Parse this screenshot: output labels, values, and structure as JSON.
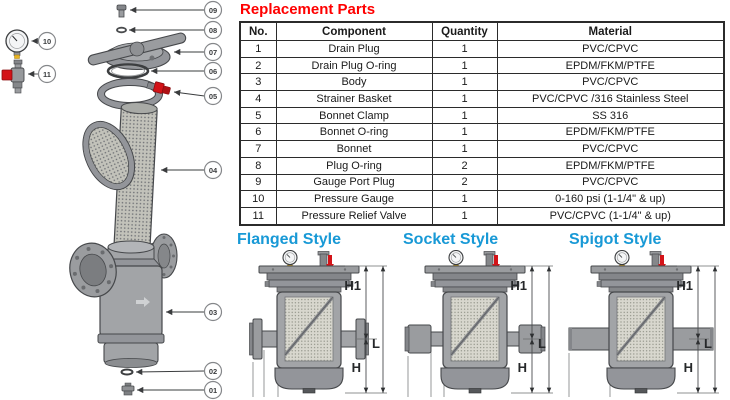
{
  "parts_table": {
    "title": "Replacement Parts",
    "headers": [
      "No.",
      "Component",
      "Quantity",
      "Material"
    ],
    "rows": [
      {
        "no": "1",
        "component": "Drain Plug",
        "qty": "1",
        "material": "PVC/CPVC"
      },
      {
        "no": "2",
        "component": "Drain Plug O-ring",
        "qty": "1",
        "material": "EPDM/FKM/PTFE"
      },
      {
        "no": "3",
        "component": "Body",
        "qty": "1",
        "material": "PVC/CPVC"
      },
      {
        "no": "4",
        "component": "Strainer Basket",
        "qty": "1",
        "material": "PVC/CPVC /316 Stainless Steel"
      },
      {
        "no": "5",
        "component": "Bonnet Clamp",
        "qty": "1",
        "material": "SS 316"
      },
      {
        "no": "6",
        "component": "Bonnet O-ring",
        "qty": "1",
        "material": "EPDM/FKM/PTFE"
      },
      {
        "no": "7",
        "component": "Bonnet",
        "qty": "1",
        "material": "PVC/CPVC"
      },
      {
        "no": "8",
        "component": "Plug O-ring",
        "qty": "2",
        "material": "EPDM/FKM/PTFE"
      },
      {
        "no": "9",
        "component": "Gauge Port Plug",
        "qty": "2",
        "material": "PVC/CPVC"
      },
      {
        "no": "10",
        "component": "Pressure Gauge",
        "qty": "1",
        "material": "0-160 psi (1-1/4\" & up)"
      },
      {
        "no": "11",
        "component": "Pressure Relief Valve",
        "qty": "1",
        "material": "PVC/CPVC (1-1/4\" & up)"
      }
    ]
  },
  "exploded": {
    "callouts": [
      {
        "label": "01"
      },
      {
        "label": "02"
      },
      {
        "label": "03"
      },
      {
        "label": "04"
      },
      {
        "label": "05"
      },
      {
        "label": "06"
      },
      {
        "label": "07"
      },
      {
        "label": "08"
      },
      {
        "label": "09"
      },
      {
        "label": "10"
      },
      {
        "label": "11"
      }
    ]
  },
  "styles": [
    {
      "label": "Flanged Style"
    },
    {
      "label": "Socket Style"
    },
    {
      "label": "Spigot Style"
    }
  ],
  "dims": {
    "h1": "H1",
    "l": "L",
    "h": "H"
  },
  "colors": {
    "title_red": "#ff0000",
    "heading_blue": "#1899d6",
    "accent_red": "#d31318",
    "body_gray": "#a2a4a7"
  }
}
